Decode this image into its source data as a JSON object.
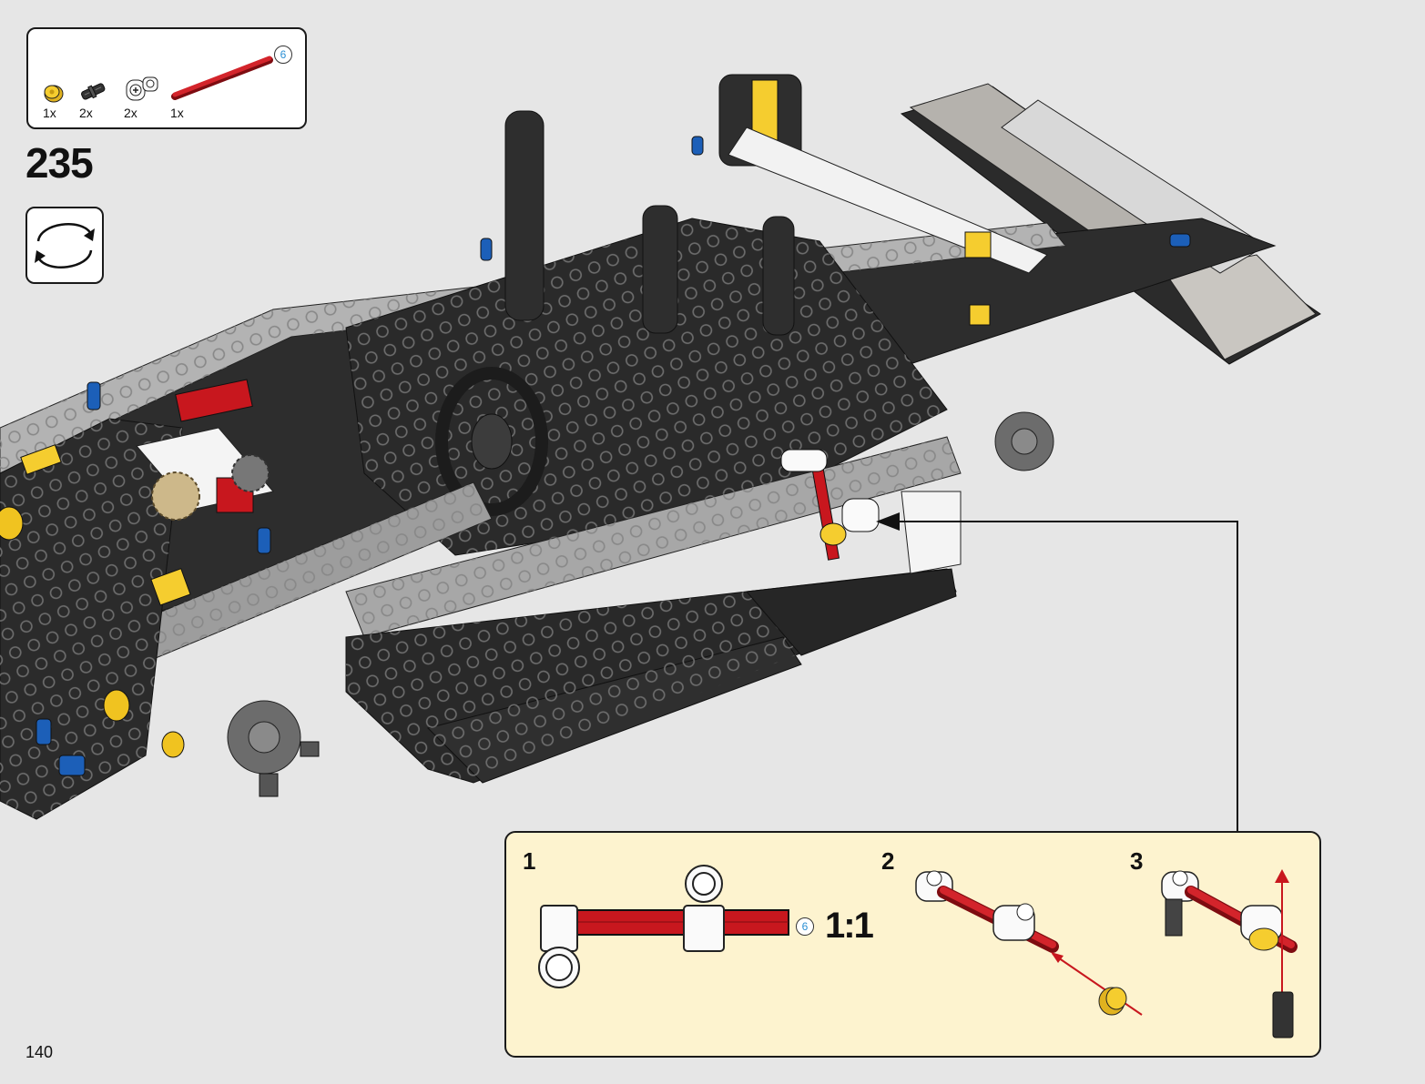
{
  "parts_list": {
    "items": [
      {
        "name": "yellow-bush",
        "qty": "1x"
      },
      {
        "name": "black-pin",
        "qty": "2x"
      },
      {
        "name": "white-connector",
        "qty": "2x"
      },
      {
        "name": "red-axle",
        "qty": "1x",
        "length": "6"
      }
    ]
  },
  "step": {
    "number": "235"
  },
  "rotate_icon": "rotate-model-icon",
  "callout": {
    "substeps": [
      {
        "number": "1",
        "axle_length": "6",
        "scale": "1:1"
      },
      {
        "number": "2"
      },
      {
        "number": "3"
      }
    ]
  },
  "page": {
    "number": "140"
  },
  "colors": {
    "background": "#e6e6e6",
    "callout_bg": "#fdf3cf",
    "axle_red": "#c8171e",
    "bush_yellow": "#f5cd2f",
    "pin_blue": "#1c5fb8",
    "beam_dark": "#2a2a2a",
    "beam_gray": "#a9a9a9"
  }
}
